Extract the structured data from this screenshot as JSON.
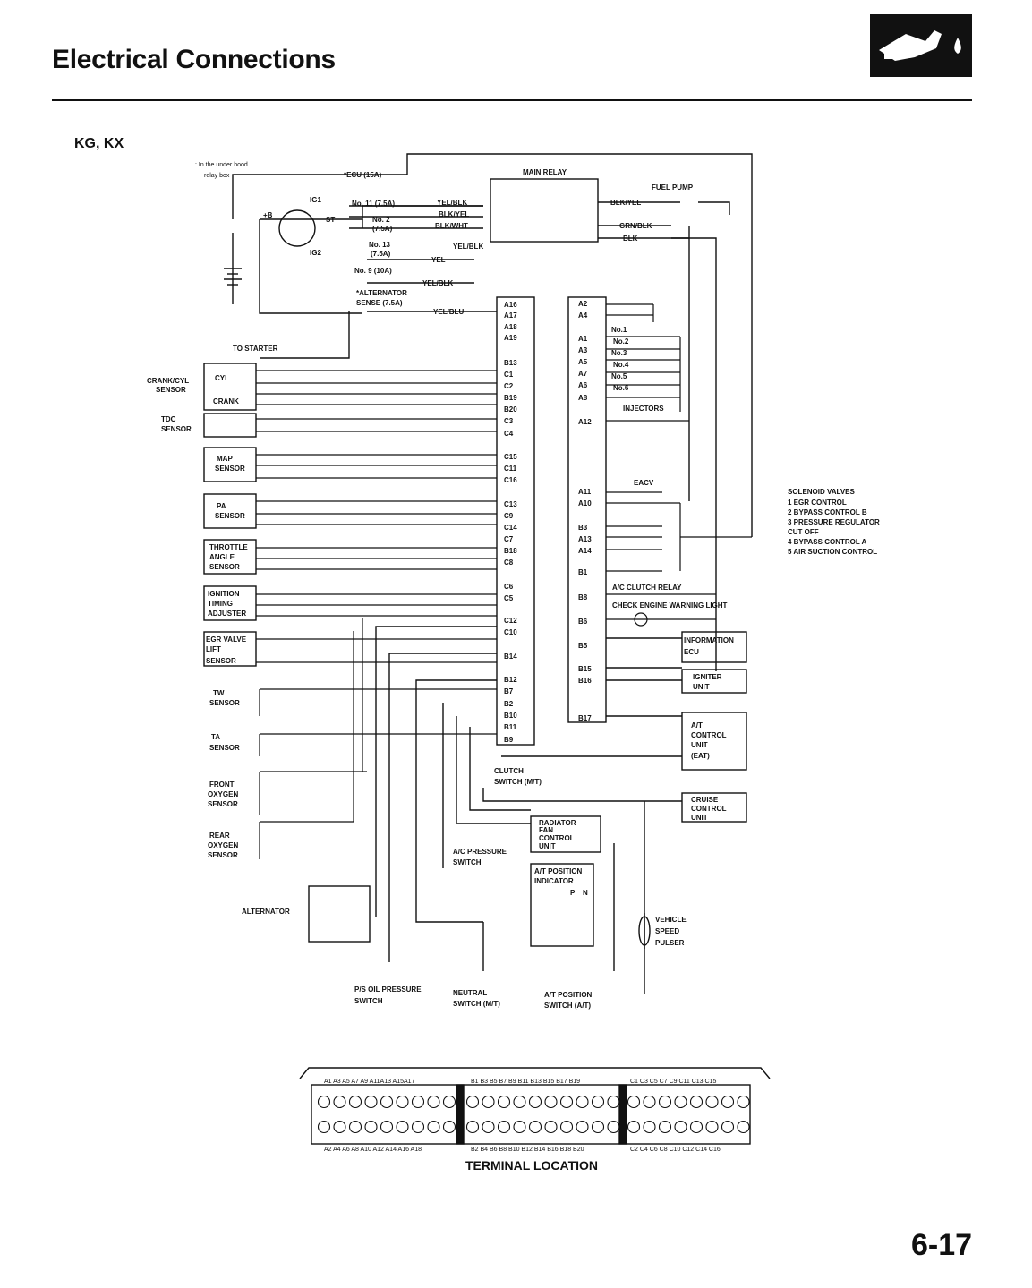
{
  "header": {
    "title": "Electrical Connections",
    "model": "KG, KX",
    "page": "6-17"
  },
  "notes": {
    "underhood": ": In the under hood",
    "relaybox": "relay box"
  },
  "fuses": {
    "ecu": "*ECU (15A)",
    "no11": "No. 11 (7.5A)",
    "no2": "No. 2",
    "no2a": "(7.5A)",
    "no13": "No. 13",
    "no13a": "(7.5A)",
    "no9": "No. 9 (10A)",
    "alt1": "*ALTERNATOR",
    "alt2": "SENSE (7.5A)"
  },
  "ignition": {
    "ig1": "IG1",
    "b": "+B",
    "st": "ST",
    "ig2": "IG2"
  },
  "wires": {
    "yelblk": "YEL/BLK",
    "blkyel": "BLK/YEL",
    "blkwht": "BLK/WHT",
    "yelblk2": "YEL/BLK",
    "yel": "YEL",
    "yelblk3": "YEL/BLK",
    "yelblu": "YEL/BLU",
    "blkyel_pump": "BLK/YEL",
    "grnblk": "GRN/BLK",
    "blk": "BLK"
  },
  "components": {
    "main_relay": "MAIN RELAY",
    "fuel_pump": "FUEL PUMP",
    "to_starter": "TO STARTER",
    "crank_cyl_1": "CRANK/CYL",
    "crank_cyl_2": "SENSOR",
    "cyl": "CYL",
    "crank": "CRANK",
    "tdc_1": "TDC",
    "tdc_2": "SENSOR",
    "map_1": "MAP",
    "map_2": "SENSOR",
    "pa_1": "PA",
    "pa_2": "SENSOR",
    "throttle_1": "THROTTLE",
    "throttle_2": "ANGLE",
    "throttle_3": "SENSOR",
    "ign_1": "IGNITION",
    "ign_2": "TIMING",
    "ign_3": "ADJUSTER",
    "egr_1": "EGR VALVE",
    "egr_2": "LIFT",
    "egr_3": "SENSOR",
    "tw_1": "TW",
    "tw_2": "SENSOR",
    "ta_1": "TA",
    "ta_2": "SENSOR",
    "fo2_1": "FRONT",
    "fo2_2": "OXYGEN",
    "fo2_3": "SENSOR",
    "ro2_1": "REAR",
    "ro2_2": "OXYGEN",
    "ro2_3": "SENSOR",
    "alternator": "ALTERNATOR",
    "ps_1": "P/S OIL PRESSURE",
    "ps_2": "SWITCH",
    "neutral_1": "NEUTRAL",
    "neutral_2": "SWITCH (M/T)",
    "atpos_1": "A/T POSITION",
    "atpos_2": "SWITCH (A/T)",
    "clutch_1": "CLUTCH",
    "clutch_2": "SWITCH (M/T)",
    "acpress_1": "A/C PRESSURE",
    "acpress_2": "SWITCH",
    "rad_1": "RADIATOR",
    "rad_2": "FAN",
    "rad_3": "CONTROL",
    "rad_4": "UNIT",
    "atind_1": "A/T POSITION",
    "atind_2": "INDICATOR",
    "p": "P",
    "n": "N",
    "vsp_1": "VEHICLE",
    "vsp_2": "SPEED",
    "vsp_3": "PULSER",
    "injectors": "INJECTORS",
    "eacv": "EACV",
    "ac_relay": "A/C CLUTCH RELAY",
    "cel": "CHECK ENGINE WARNING LIGHT",
    "info_1": "INFORMATION",
    "info_2": "ECU",
    "igniter_1": "IGNITER",
    "igniter_2": "UNIT",
    "at_1": "A/T",
    "at_2": "CONTROL",
    "at_3": "UNIT",
    "at_4": "(EAT)",
    "cruise_1": "CRUISE",
    "cruise_2": "CONTROL",
    "cruise_3": "UNIT"
  },
  "injector_labels": [
    "No.1",
    "No.2",
    "No.3",
    "No.4",
    "No.5",
    "No.6"
  ],
  "solenoids": {
    "title": "SOLENOID VALVES",
    "items": [
      "1  EGR CONTROL",
      "2  BYPASS CONTROL B",
      "3  PRESSURE REGULATOR",
      "    CUT OFF",
      "4  BYPASS CONTROL A",
      "5  AIR SUCTION CONTROL"
    ]
  },
  "ecu_left_pins": [
    "A16",
    "A17",
    "A18",
    "A19",
    "B13",
    "C1",
    "C2",
    "B19",
    "B20",
    "C3",
    "C4",
    "C15",
    "C11",
    "C16",
    "C13",
    "C9",
    "C14",
    "C7",
    "B18",
    "C8",
    "C6",
    "C5",
    "C12",
    "C10",
    "B14",
    "B12",
    "B7",
    "B2",
    "B10",
    "B11",
    "B9"
  ],
  "ecu_right_pins": [
    "A2",
    "A4",
    "A1",
    "A3",
    "A5",
    "A7",
    "A6",
    "A8",
    "A12",
    "A11",
    "A10",
    "B3",
    "A13",
    "A14",
    "B1",
    "B8",
    "B6",
    "B5",
    "B15",
    "B16",
    "B17"
  ],
  "terminal": {
    "title": "TERMINAL LOCATION",
    "top_a": "A1 A3 A5 A7 A9 A11A13 A15A17",
    "top_b": "B1 B3 B5 B7 B9 B11 B13 B15 B17 B19",
    "top_c": "C1 C3 C5 C7 C9 C11 C13 C15",
    "bot_a": "A2 A4 A6 A8 A10 A12 A14 A16 A18",
    "bot_b": "B2 B4 B6 B8 B10 B12 B14 B16 B18 B20",
    "bot_c": "C2 C4 C6 C8 C10 C12 C14 C16"
  }
}
